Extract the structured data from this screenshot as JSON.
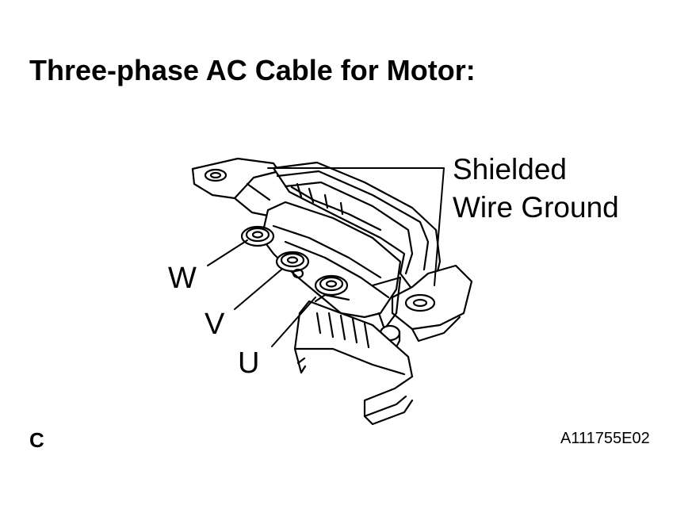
{
  "title": "Three-phase AC Cable for Motor:",
  "labels": {
    "w": "W",
    "v": "V",
    "u": "U",
    "shield_line1": "Shielded",
    "shield_line2": "Wire Ground"
  },
  "footer": {
    "corner": "C",
    "figure_code": "A111755E02"
  }
}
